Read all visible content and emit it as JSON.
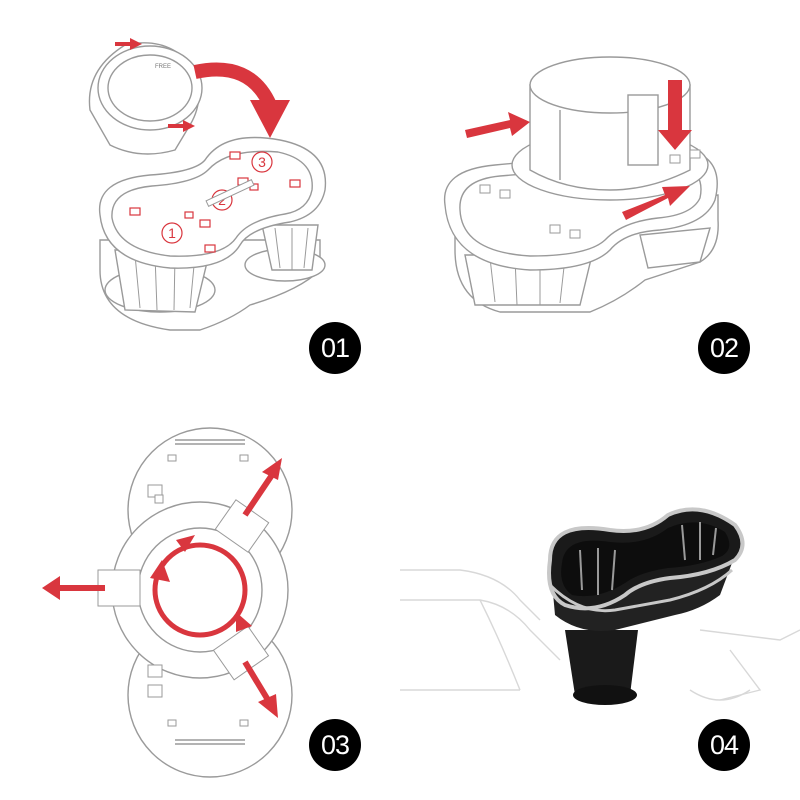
{
  "colors": {
    "arrow": "#d9363e",
    "line": "#9a9a9a",
    "holder_dark": "#1a1a1a",
    "chrome": "#c8c8c8",
    "badge": "#000000"
  },
  "panels": [
    {
      "step": "01",
      "labels": [
        "1",
        "2",
        "3"
      ],
      "cap_text": "FREE"
    },
    {
      "step": "02"
    },
    {
      "step": "03"
    },
    {
      "step": "04"
    }
  ]
}
